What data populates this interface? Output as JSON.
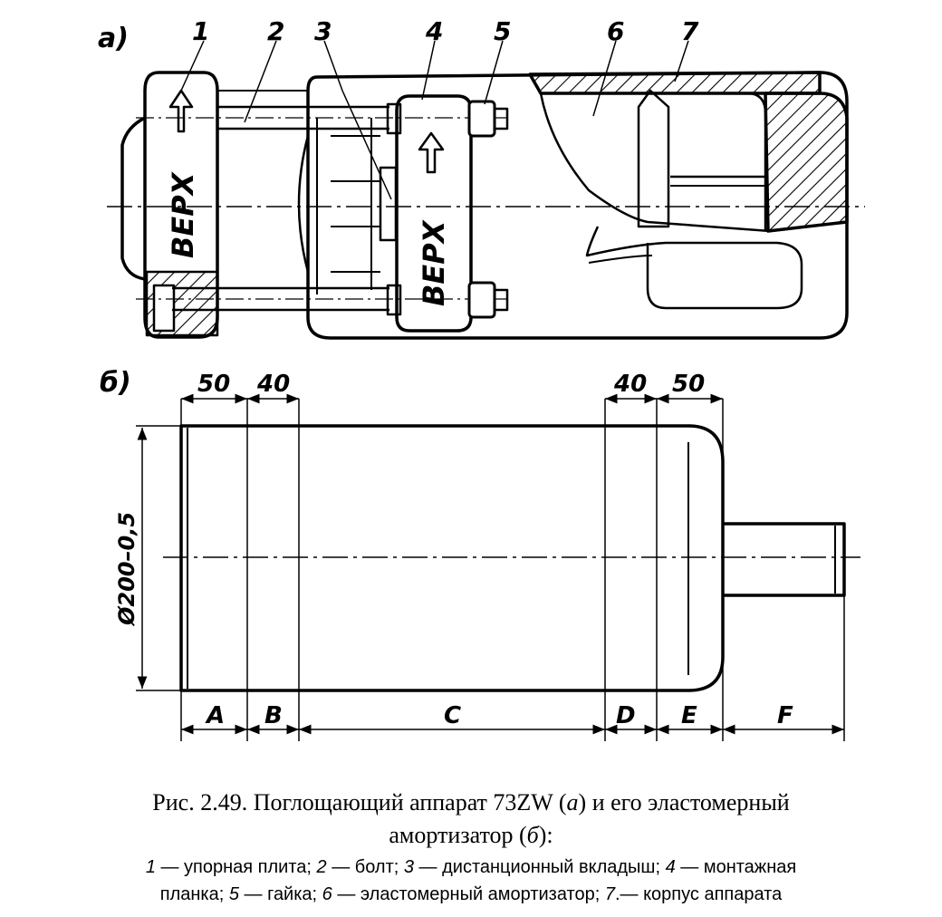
{
  "figure": {
    "panel_a_label": "а)",
    "panel_b_label": "б)",
    "callouts": [
      "1",
      "2",
      "3",
      "4",
      "5",
      "6",
      "7"
    ],
    "plate_text": "ВЕРХ",
    "dimensions": {
      "top": [
        "50",
        "40",
        "40",
        "50"
      ],
      "diameter": "Ø200–0,5",
      "sections": [
        "A",
        "B",
        "C",
        "D",
        "E",
        "F"
      ]
    }
  },
  "caption": {
    "title_line1": "Рис. 2.49. Поглощающий аппарат 73ZW (",
    "title_a": "а",
    "title_mid": ") и его эластомерный",
    "title_line2": "амортизатор (",
    "title_b": "б",
    "title_end": "):",
    "legend": [
      {
        "num": "1",
        "text": " — упорная плита; "
      },
      {
        "num": "2",
        "text": " — болт; "
      },
      {
        "num": "3",
        "text": " — дистанционный вкладыш; "
      },
      {
        "num": "4",
        "text": " — монтажная"
      },
      {
        "num": "",
        "text": "планка; "
      },
      {
        "num": "5",
        "text": " — гайка; "
      },
      {
        "num": "6",
        "text": " — эластомерный амортизатор; "
      },
      {
        "num": "7",
        "text": ".— корпус аппарата"
      }
    ]
  }
}
